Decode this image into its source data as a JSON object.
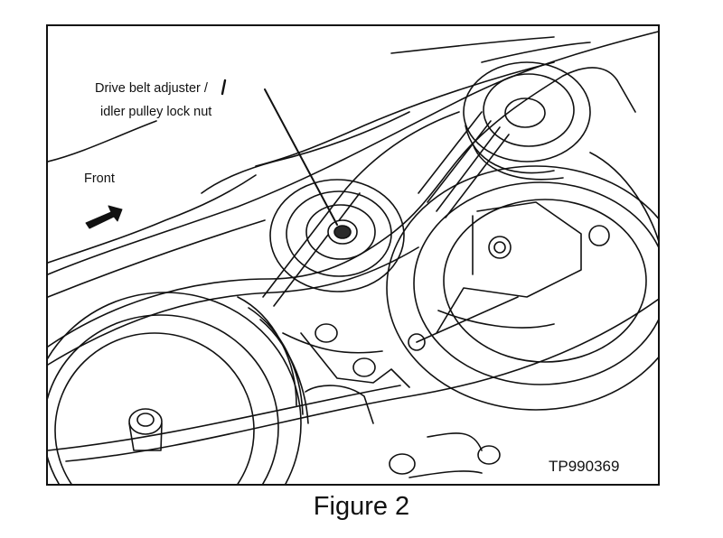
{
  "figure": {
    "callout_line1": "Drive belt adjuster /",
    "callout_line2": "idler pulley lock nut",
    "front_label": "Front",
    "reference_code": "TP990369",
    "caption": "Figure 2"
  },
  "colors": {
    "ink": "#111111",
    "paper": "#ffffff",
    "shade": "#2a2a2a"
  },
  "icons": {
    "direction": "front-arrow-icon"
  }
}
